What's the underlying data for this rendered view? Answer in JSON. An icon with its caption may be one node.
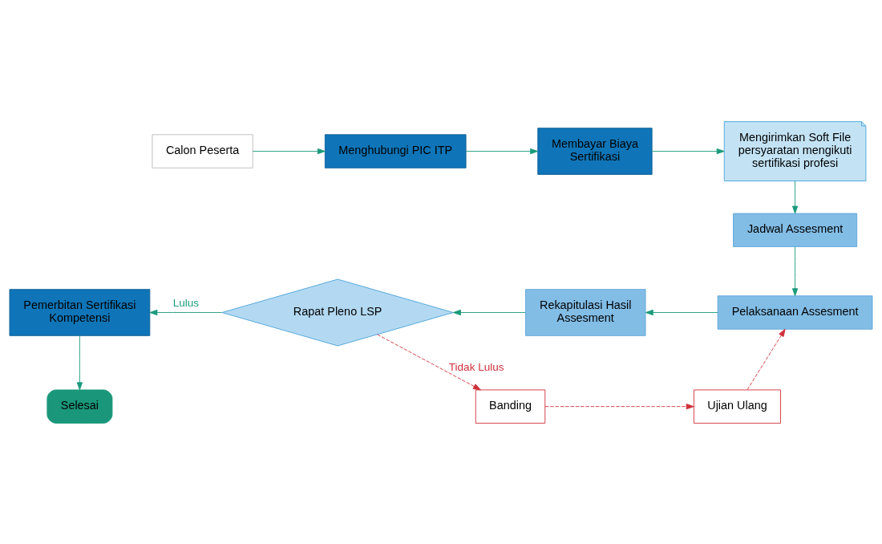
{
  "diagram": {
    "nodes": [
      {
        "text": [
          "Calon Peserta"
        ]
      },
      {
        "text": [
          "Menghubungi PIC ITP"
        ]
      },
      {
        "text": [
          "Membayar Biaya Sertifikasi"
        ]
      },
      {
        "text": [
          "Mengirimkan Soft File persyaratan mengikuti sertifikasi profesi"
        ]
      },
      {
        "text": [
          "Jadwal Assesment"
        ]
      },
      {
        "text": [
          "Pelaksanaan Assesment"
        ]
      },
      {
        "text": [
          "Rekapitulasi Hasil Assesment"
        ]
      },
      {
        "text": [
          "Rapat Pleno LSP"
        ]
      },
      {
        "text": [
          "Pemerbitan Sertifikasi Kompetensi"
        ]
      },
      {
        "text": [
          "Selesai"
        ]
      },
      {
        "text": [
          "Banding"
        ]
      },
      {
        "text": [
          "Ujian Ulang"
        ]
      }
    ],
    "edges": [
      {
        "from": 0,
        "to": 1,
        "arrow": "to"
      },
      {
        "from": 1,
        "to": 2,
        "arrow": "to"
      },
      {
        "from": 2,
        "to": 3,
        "arrow": "to"
      },
      {
        "from": 3,
        "to": 4,
        "arrow": "to"
      },
      {
        "from": 4,
        "to": 5,
        "arrow": "to"
      },
      {
        "from": 5,
        "to": 6,
        "arrow": "to"
      },
      {
        "from": 6,
        "to": 7,
        "arrow": "to"
      },
      {
        "from": 7,
        "to": 8,
        "arrow": "to",
        "label": "Lulus"
      },
      {
        "from": 8,
        "to": 9,
        "arrow": "to"
      },
      {
        "from": 7,
        "to": 10,
        "arrow": "to",
        "label": "Tidak Lulus",
        "style": "dashed",
        "color": "#d0303a"
      },
      {
        "from": 10,
        "to": 11,
        "arrow": "to",
        "style": "dashed",
        "color": "#d0303a"
      },
      {
        "from": 11,
        "to": 5,
        "arrow": "to",
        "style": "dashed",
        "color": "#d0303a"
      }
    ]
  }
}
